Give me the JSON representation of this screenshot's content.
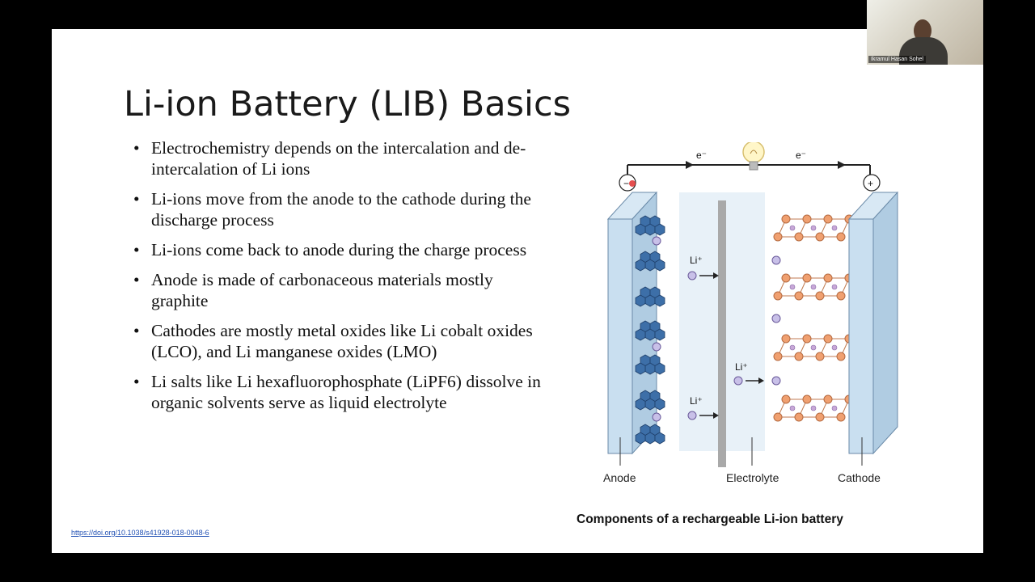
{
  "slide": {
    "title": "Li-ion Battery (LIB) Basics",
    "bullets": [
      "Electrochemistry depends on the intercalation and de-intercalation of Li ions",
      "Li-ions move from the anode to the cathode during the discharge process",
      "Li-ions come back to anode during the charge process",
      "Anode is made of carbonaceous materials mostly graphite",
      "Cathodes are mostly metal oxides like Li cobalt oxides (LCO), and Li manganese oxides (LMO)",
      "Li salts like Li hexafluorophosphate (LiPF6) dissolve in organic solvents serve as liquid electrolyte"
    ],
    "citation": "https://doi.org/10.1038/s41928-018-0048-6",
    "caption": "Components of a rechargeable Li-ion battery"
  },
  "figure": {
    "electron_left": "e⁻",
    "electron_right": "e⁻",
    "minus": "−",
    "plus": "+",
    "li_ion": "Li⁺",
    "anode_label": "Anode",
    "electrolyte_label": "Electrolyte",
    "cathode_label": "Cathode"
  },
  "webcam": {
    "participant_name": "Ikramul Hasan Sohel"
  },
  "colors": {
    "slide_bg": "#ffffff",
    "frame_bg": "#000000",
    "graphite_blue": "#3d6fa8",
    "cathode_orange": "#f0a070",
    "li_ion_lavender": "#c8c0e8",
    "electrode_plate": "#c9dff0",
    "separator_gray": "#a9a9a9",
    "link_blue": "#1f4fb3"
  },
  "icons": [
    "lightbulb-icon",
    "arrow-right-icon",
    "minus-terminal-icon",
    "plus-terminal-icon"
  ]
}
